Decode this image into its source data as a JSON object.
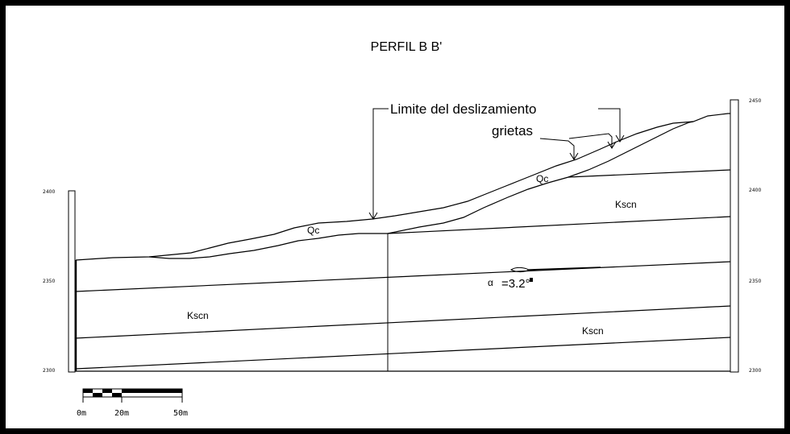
{
  "title": "PERFIL B B'",
  "annotations": {
    "slide_limit": "Limite del deslizamiento",
    "cracks": "grietas",
    "angle_symbol": "α",
    "angle_value": "=3.2°"
  },
  "units": {
    "qc_upper": "Qc",
    "qc_lower": "Qc",
    "kscn_right_top": "Kscn",
    "kscn_left": "Kscn",
    "kscn_right_bottom": "Kscn"
  },
  "left_axis": {
    "ticks": [
      "2400",
      "2350",
      "2300"
    ]
  },
  "right_axis": {
    "ticks": [
      "2450",
      "2400",
      "2350",
      "2300"
    ]
  },
  "scale_bar": {
    "labels": [
      "0m",
      "20m",
      "50m"
    ]
  }
}
